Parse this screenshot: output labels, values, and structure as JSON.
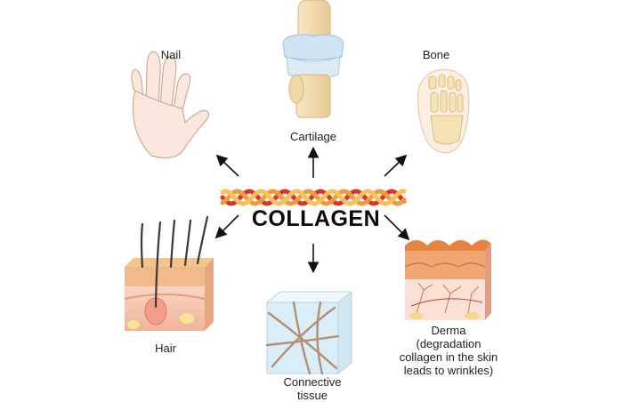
{
  "title": "COLLAGEN",
  "labels": {
    "nail": "Nail",
    "cartilage": "Cartilage",
    "bone": "Bone",
    "hair": "Hair",
    "connective": [
      "Connective",
      "tissue"
    ],
    "derma": [
      "Derma",
      "(degradation",
      "collagen in the skin",
      "leads to wrinkles)"
    ]
  },
  "colors": {
    "strand_red": "#d9342b",
    "strand_orange": "#f29a3a",
    "strand_yellow": "#f6c15a",
    "skin": "#f6c3a8",
    "skin_dark": "#e79b83",
    "bone": "#f3e0b6",
    "cartilage": "#cfe3f2",
    "tissue": "#d9eef8"
  }
}
